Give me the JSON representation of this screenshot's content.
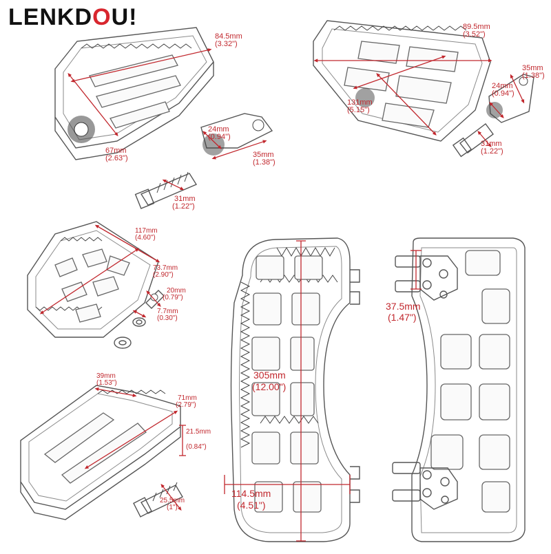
{
  "brand": {
    "name_start": "LENKD",
    "name_accent": "O",
    "name_end": "U!",
    "accent_color": "#d8262e"
  },
  "dimension_color": "#c1272d",
  "panels": {
    "top_left": {
      "length": {
        "mm": "84.5mm",
        "in": "(3.32\")"
      },
      "width": {
        "mm": "67mm",
        "in": "(2.63\")"
      },
      "adapter_width": {
        "mm": "24mm",
        "in": "(0.94\")"
      },
      "adapter_length": {
        "mm": "35mm",
        "in": "(1.38\")"
      },
      "bolt": {
        "mm": "31mm",
        "in": "(1.22\")"
      }
    },
    "top_right": {
      "width": {
        "mm": "89.5mm",
        "in": "(3.52\")"
      },
      "length": {
        "mm": "131mm",
        "in": "(5.15\")"
      },
      "adapter_length": {
        "mm": "35mm",
        "in": "(1.38\")"
      },
      "adapter_width": {
        "mm": "24mm",
        "in": "(0.94\")"
      },
      "bolt": {
        "mm": "31mm",
        "in": "(1.22\")"
      }
    },
    "mid_left": {
      "length": {
        "mm": "117mm",
        "in": "(4.60\")"
      },
      "width": {
        "mm": "73.7mm",
        "in": "(2.90\")"
      },
      "bolt": {
        "mm": "20mm",
        "in": "(0.79\")"
      },
      "washer": {
        "mm": "7.7mm",
        "in": "(0.30\")"
      }
    },
    "bottom_left": {
      "top_width": {
        "mm": "39mm",
        "in": "(1.53\")"
      },
      "length": {
        "mm": "71mm",
        "in": "(2.79\")"
      },
      "height": {
        "mm": "21.5mm",
        "in": "(0.84\")"
      },
      "bolt": {
        "mm": "25.5mm",
        "in": "(1\")"
      }
    },
    "board": {
      "length": {
        "mm": "305mm",
        "in": "(12.00\")"
      },
      "width": {
        "mm": "114.5mm",
        "in": "(4.51\")"
      },
      "mount": {
        "mm": "37.5mm",
        "in": "(1.47\")"
      }
    }
  }
}
